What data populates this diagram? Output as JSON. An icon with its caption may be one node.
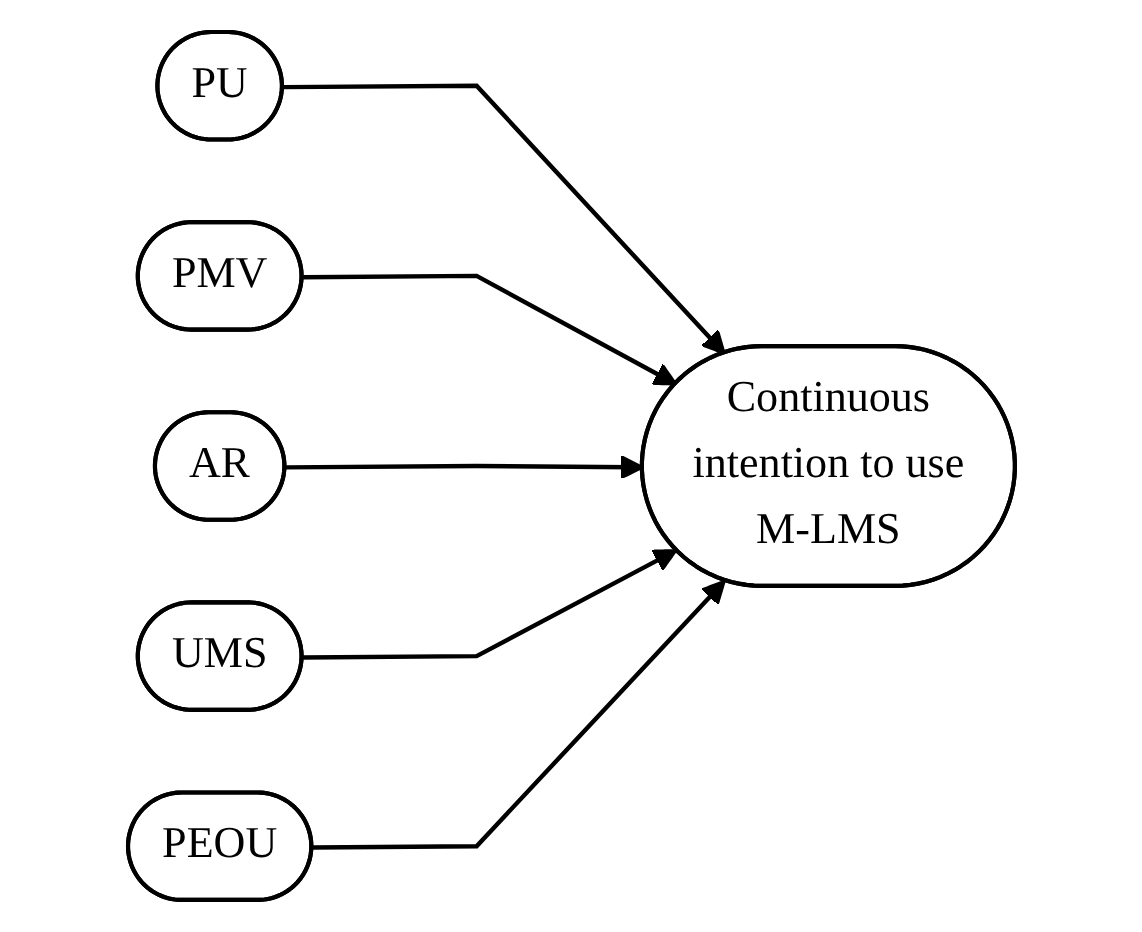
{
  "diagram": {
    "nodes": [
      {
        "text": [
          "PU"
        ]
      },
      {
        "text": [
          "PMV"
        ]
      },
      {
        "text": [
          "AR"
        ]
      },
      {
        "text": [
          "UMS"
        ]
      },
      {
        "text": [
          "PEOU"
        ]
      },
      {
        "text": [
          "Continuous intention to use M-LMS"
        ]
      }
    ],
    "edges": [
      {
        "from": 0,
        "to": 5,
        "arrow": "to"
      },
      {
        "from": 1,
        "to": 5,
        "arrow": "to"
      },
      {
        "from": 2,
        "to": 5,
        "arrow": "to"
      },
      {
        "from": 3,
        "to": 5,
        "arrow": "to"
      },
      {
        "from": 4,
        "to": 5,
        "arrow": "to"
      }
    ]
  }
}
